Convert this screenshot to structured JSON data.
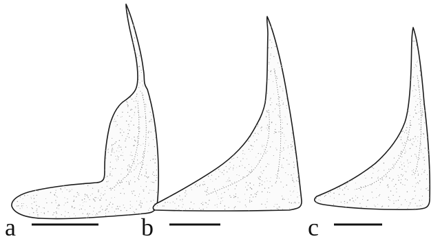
{
  "panels": [
    {
      "label": "a"
    },
    {
      "label": "b"
    },
    {
      "label": "c"
    }
  ],
  "colors": {
    "outline": "#1a1a1a",
    "fill": "#fbfbfb",
    "stipple": "#9a9a9a",
    "scale_bar": "#111111"
  }
}
